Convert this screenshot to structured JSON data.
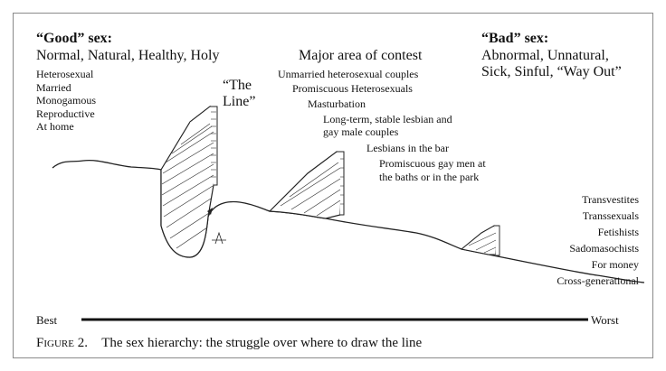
{
  "good": {
    "heading": "“Good” sex:",
    "subheading": "Normal, Natural, Healthy, Holy",
    "items": [
      "Heterosexual",
      "Married",
      "Monogamous",
      "Reproductive",
      "At home"
    ]
  },
  "line_label": [
    "“The",
    "Line”"
  ],
  "contest": {
    "heading": "Major area of contest",
    "items": [
      "Unmarried heterosexual couples",
      "Promiscuous Heterosexuals",
      "Masturbation",
      "Long-term, stable lesbian and",
      "gay male couples",
      "Lesbians in the bar",
      "Promiscuous gay men at",
      "the baths or in the park"
    ]
  },
  "bad": {
    "heading": "“Bad” sex:",
    "subheading_lines": [
      "Abnormal, Unnatural,",
      "Sick, Sinful, “Way Out”"
    ],
    "items": [
      "Transvestites",
      "Transsexuals",
      "Fetishists",
      "Sadomasochists",
      "For money",
      "Cross-generational"
    ]
  },
  "scale": {
    "left_label": "Best",
    "right_label": "Worst"
  },
  "caption": {
    "figure_label": "Figure 2.",
    "text": "The sex hierarchy: the struggle over where to draw the line"
  }
}
